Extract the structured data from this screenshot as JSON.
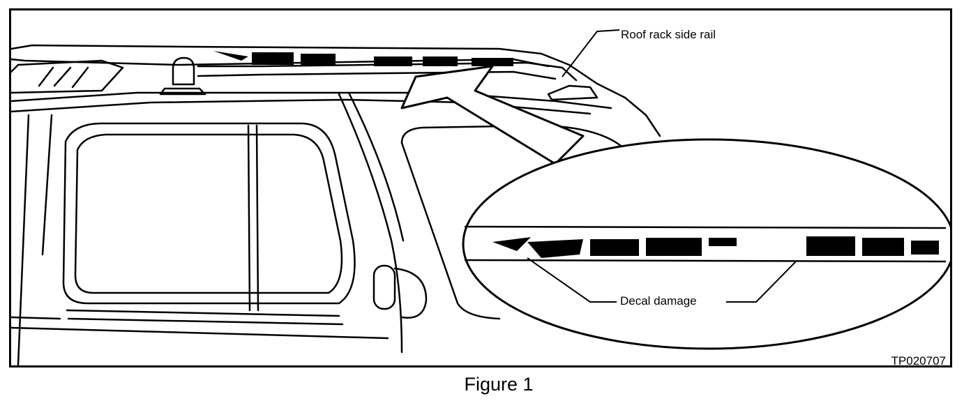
{
  "labels": {
    "roof_rack_side_rail": "Roof rack side rail",
    "decal_damage": "Decal damage",
    "drawing_code": "TP020707"
  },
  "caption": "Figure 1",
  "colors": {
    "ink": "#000000",
    "paper": "#ffffff"
  }
}
